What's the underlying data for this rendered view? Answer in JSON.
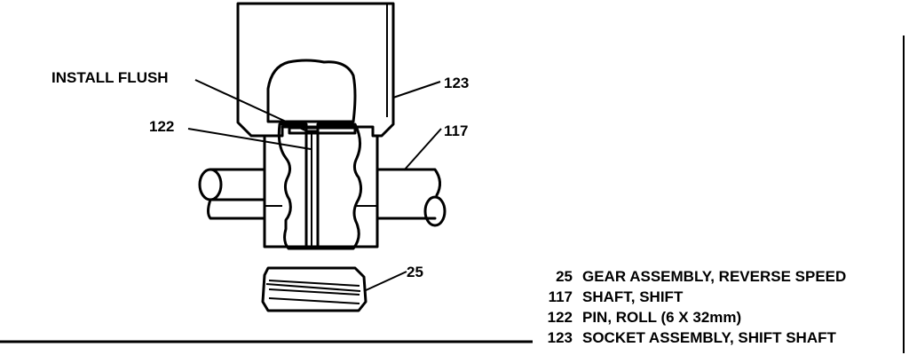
{
  "callouts": {
    "install_flush": "INSTALL FLUSH",
    "part_123": "123",
    "part_122": "122",
    "part_117": "117",
    "part_25": "25"
  },
  "legend": [
    {
      "number": "25",
      "description": "GEAR ASSEMBLY, REVERSE SPEED"
    },
    {
      "number": "117",
      "description": "SHAFT, SHIFT"
    },
    {
      "number": "122",
      "description": "PIN, ROLL (6 X 32mm)"
    },
    {
      "number": "123",
      "description": "SOCKET ASSEMBLY, SHIFT SHAFT"
    }
  ],
  "colors": {
    "ink": "#000000",
    "paper": "#ffffff"
  }
}
